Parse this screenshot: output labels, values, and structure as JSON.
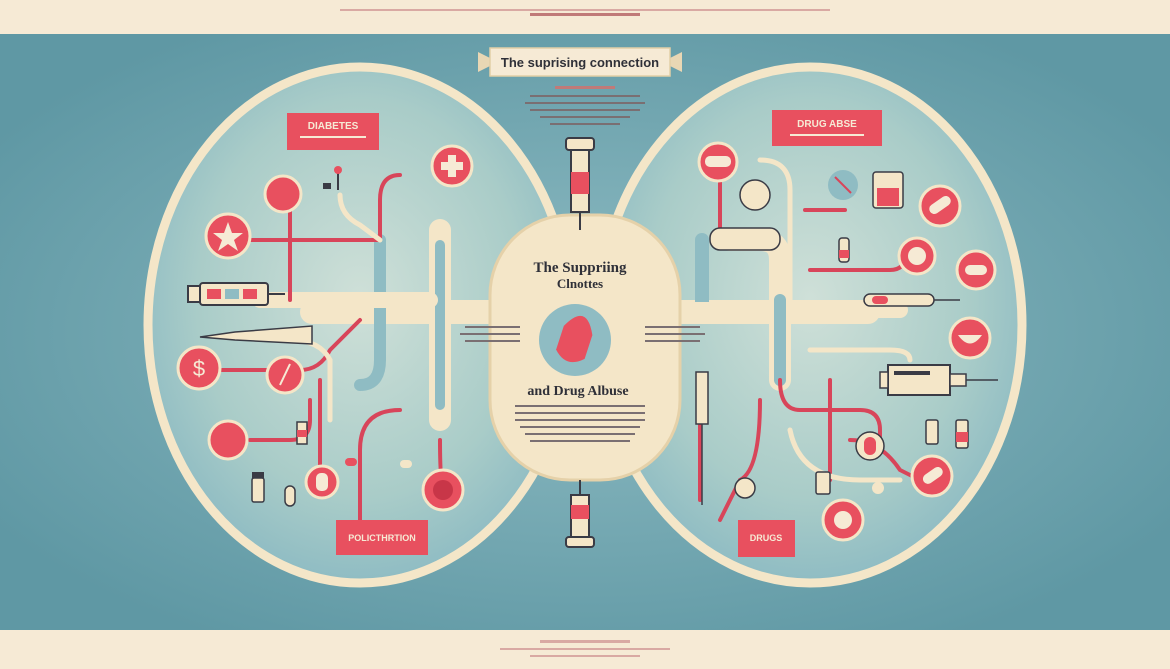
{
  "colors": {
    "paper": "#f6ead5",
    "teal_bg": "#5f98a4",
    "teal_light": "#8fbcc3",
    "cream": "#f4e6c8",
    "red": "#e8505f",
    "red_dark": "#c83648",
    "pipe_red": "#d8455a",
    "text_dark": "#3a3b45"
  },
  "banner": {
    "title": "The suprising connection"
  },
  "center": {
    "line1": "The Suppriing",
    "line2": "Clnottes",
    "line3": "and Drug Albuse"
  },
  "left_panel": {
    "top_label": "DIABETES",
    "bottom_label": "POLICTHRTION"
  },
  "right_panel": {
    "top_label": "DRUG ABSE",
    "bottom_label": "DRUGS"
  },
  "icons": {
    "pill": "pill-icon",
    "syringe": "syringe-icon",
    "plus": "medical-cross-icon",
    "dollar": "dollar-icon",
    "star": "star-icon",
    "drop": "blood-drop-icon",
    "vial": "vial-icon",
    "capsule": "capsule-icon",
    "no_entry": "no-entry-icon",
    "jar": "pill-jar-icon"
  }
}
